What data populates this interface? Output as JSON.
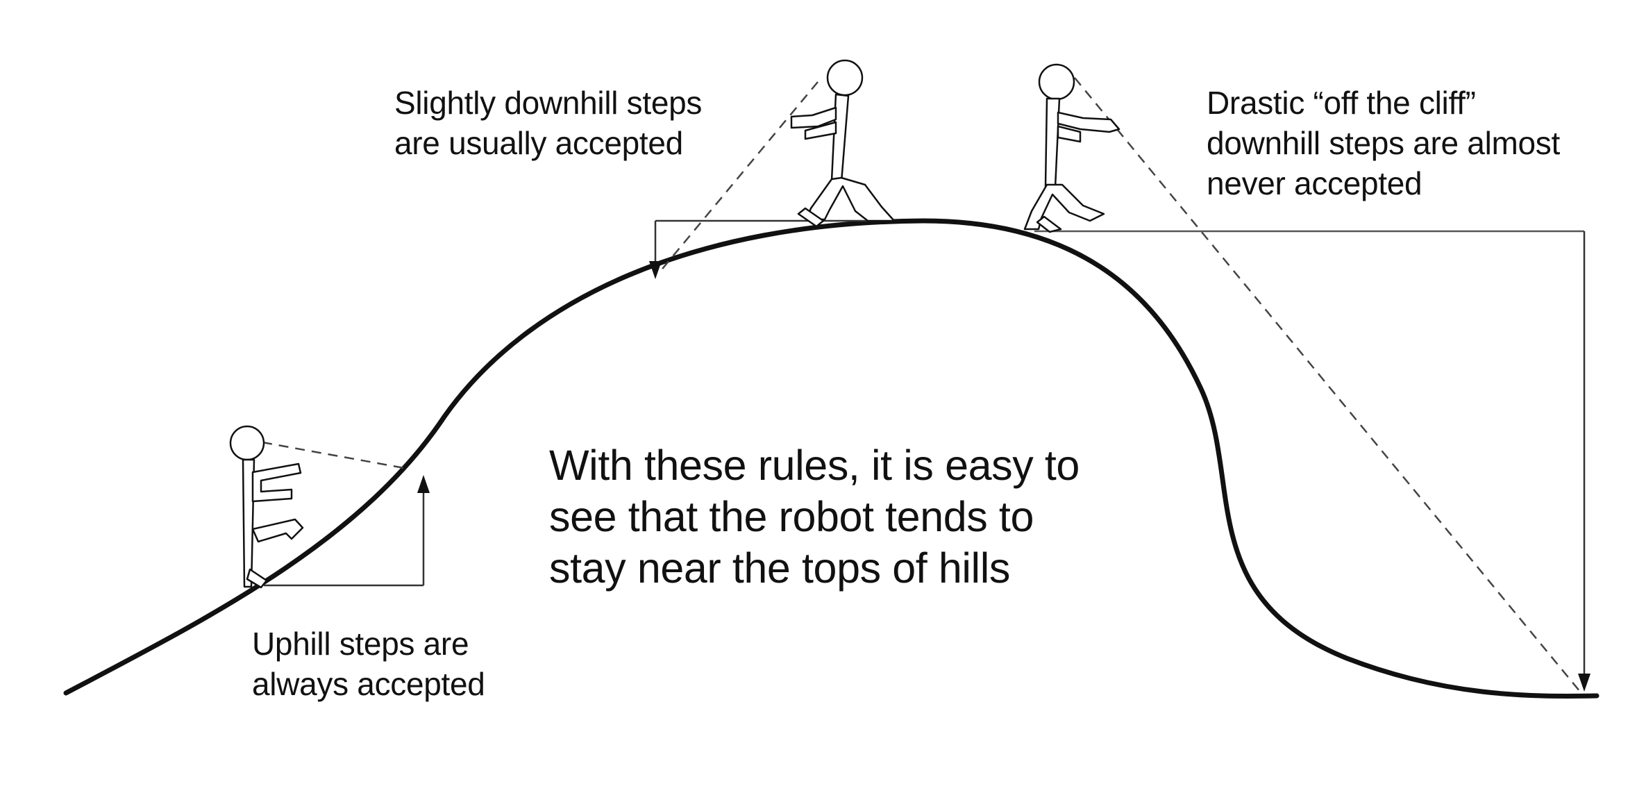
{
  "annotations": {
    "slightly_downhill": [
      "Slightly downhill steps",
      "are usually accepted"
    ],
    "drastic_downhill": [
      "Drastic “off the cliff”",
      "downhill steps are almost",
      "never accepted"
    ],
    "uphill": [
      "Uphill steps are",
      "always accepted"
    ]
  },
  "main_text": [
    "With these rules, it is easy to",
    "see that the robot tends to",
    "stay near the tops of hills"
  ],
  "figures": [
    {
      "id": "uphill-walker",
      "step": "uphill"
    },
    {
      "id": "downhill-walker",
      "step": "slightly downhill"
    },
    {
      "id": "cliff-walker",
      "step": "off the cliff"
    }
  ],
  "colors": {
    "ink": "#111111",
    "background": "#ffffff"
  }
}
